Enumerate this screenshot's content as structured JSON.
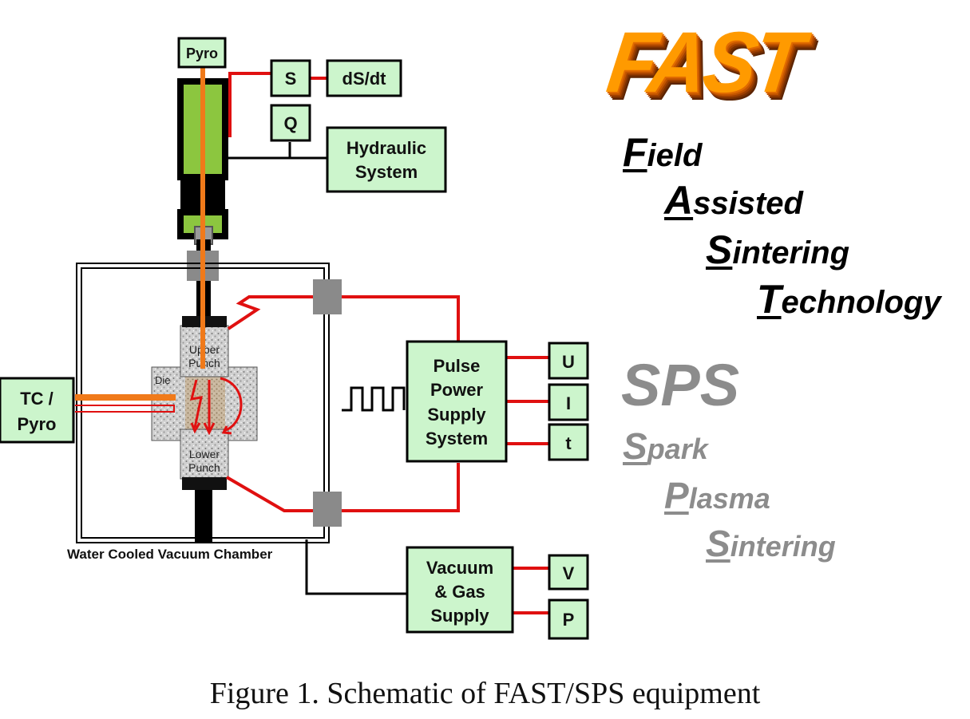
{
  "labels": {
    "pyro_top": "Pyro",
    "s": "S",
    "dsdt": "dS/dt",
    "q": "Q",
    "hydraulic": [
      "Hydraulic",
      "System"
    ],
    "upper_punch": [
      "Upper",
      "Punch"
    ],
    "lower_punch": [
      "Lower",
      "Punch"
    ],
    "die": "Die",
    "tc_pyro": [
      "TC /",
      "Pyro"
    ],
    "pulse_power": [
      "Pulse",
      "Power",
      "Supply",
      "System"
    ],
    "u": "U",
    "i": "I",
    "t": "t",
    "chamber": "Water Cooled Vacuum Chamber",
    "vacuum_gas": [
      "Vacuum",
      "& Gas",
      "Supply"
    ],
    "v": "V",
    "p": "P"
  },
  "fast": {
    "logo": "FAST",
    "lines": [
      {
        "cap": "F",
        "rest": "ield"
      },
      {
        "cap": "A",
        "rest": "ssisted"
      },
      {
        "cap": "S",
        "rest": "intering"
      },
      {
        "cap": "T",
        "rest": "echnology"
      }
    ]
  },
  "sps": {
    "logo": "SPS",
    "lines": [
      {
        "cap": "S",
        "rest": "park"
      },
      {
        "cap": "P",
        "rest": "lasma"
      },
      {
        "cap": "S",
        "rest": "intering"
      }
    ]
  },
  "caption": "Figure 1. Schematic of FAST/SPS equipment",
  "colors": {
    "box_fill": "#ccf5cc",
    "wire_red": "#e01010",
    "sensor_orange": "#f07a1a",
    "press_green": "#8cc63f",
    "connector_gray": "#8a8a8a",
    "sps_gray": "#8c8c8c",
    "fast_orange": "#ff9a00"
  }
}
